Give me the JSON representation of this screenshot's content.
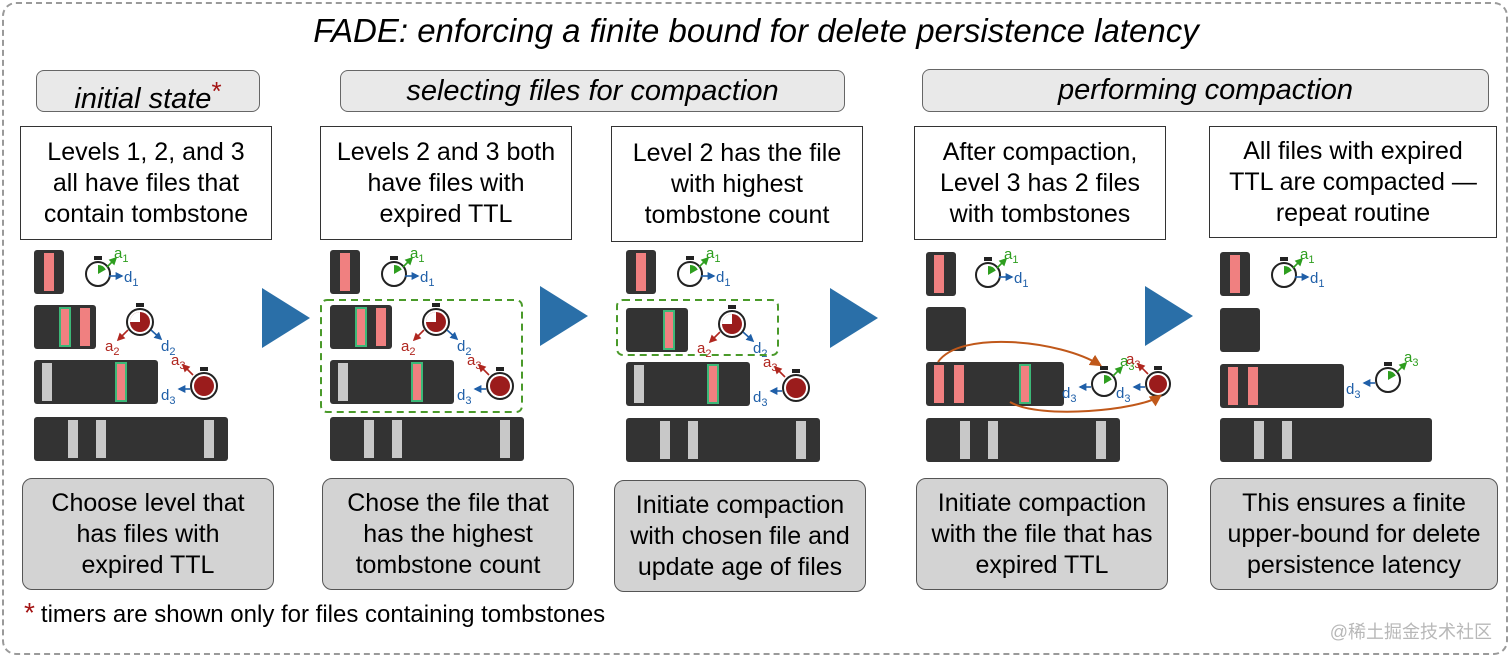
{
  "title": "FADE: enforcing a finite bound for delete persistence latency",
  "phases": [
    {
      "label": "initial state",
      "marker": "*"
    },
    {
      "label": "selecting files for compaction",
      "marker": ""
    },
    {
      "label": "performing compaction",
      "marker": ""
    }
  ],
  "steps": [
    {
      "description": "Levels 1, 2, and 3\nall have files that\ncontain tombstone",
      "note": "Choose level that\nhas files with\nexpired TTL"
    },
    {
      "description": "Levels 2 and 3 both\nhave files with\nexpired TTL",
      "note": "Chose the file that\nhas the highest\ntombstone count"
    },
    {
      "description": "Level 2 has the file\nwith highest\ntombstone count",
      "note": "Initiate compaction\nwith chosen file and\nupdate age of files"
    },
    {
      "description": "After compaction,\nLevel 3 has 2 files\nwith tombstones",
      "note": "Initiate compaction\nwith the file that has\nexpired TTL"
    },
    {
      "description": "All files with expired\nTTL are compacted —\nrepeat routine",
      "note": "This ensures a finite\nupper-bound for delete\npersistence latency"
    }
  ],
  "timer_labels": {
    "a": "a",
    "d": "d",
    "sub1": "1",
    "sub2": "2",
    "sub3": "3"
  },
  "footnote": {
    "marker": "*",
    "text": "timers are shown only for files containing tombstones"
  },
  "watermark": "@稀土掘金技术社区",
  "colors": {
    "file": "#333333",
    "tombstone": "#f08080",
    "tombstone_border": "#3cb878",
    "empty_slot": "#c8c8c8",
    "timer_expired": "#9b1c1c",
    "timer_green": "#2e9e1f",
    "age_blue": "#1f5fa8",
    "age_red": "#b0261f",
    "arrow": "#2a6fa8",
    "selection": "#4a9a2a",
    "compaction_arrow": "#c0581a"
  }
}
